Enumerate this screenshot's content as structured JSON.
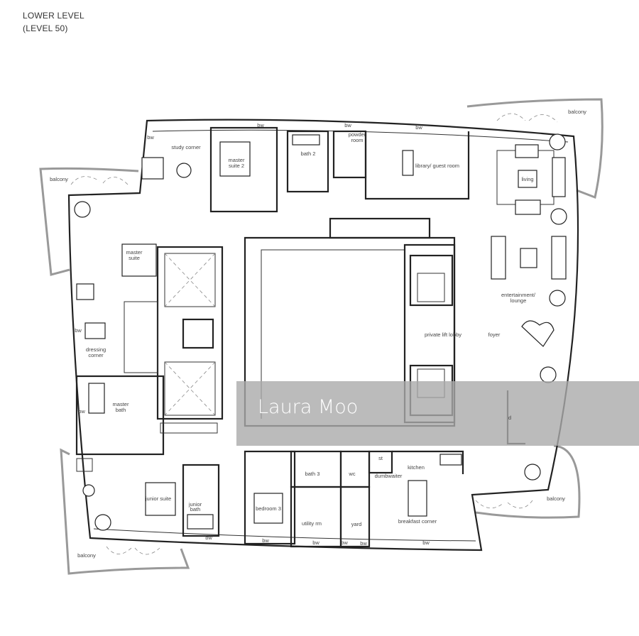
{
  "header": {
    "title_line1": "LOWER LEVEL",
    "title_line2": "(LEVEL 50)"
  },
  "rooms": {
    "study_corner": "study corner",
    "master_suite_2_a": "master",
    "master_suite_2_b": "suite 2",
    "bath_2": "bath 2",
    "powder_room_a": "powder",
    "powder_room_b": "room",
    "library": "library/ guest room",
    "living": "living",
    "entertainment_a": "entertainment/",
    "entertainment_b": "lounge",
    "foyer": "foyer",
    "private_lift_lobby": "private lift lobby",
    "master_suite_a": "master",
    "master_suite_b": "suite",
    "dressing_a": "dressing",
    "dressing_b": "corner",
    "master_bath_a": "master",
    "master_bath_b": "bath",
    "junior_suite": "junior suite",
    "junior_bath_a": "junior",
    "junior_bath_b": "bath",
    "bedroom_3": "bedroom 3",
    "bath_3": "bath 3",
    "wc": "wc",
    "utility_rm": "utility rm",
    "yard": "yard",
    "st": "st",
    "kitchen": "kitchen",
    "dumbwaiter": "dumbwaiter",
    "breakfast_corner": "breakfast corner",
    "dining": "d",
    "balcony": "balcony",
    "bw": "bw"
  },
  "watermark": "Laura Moo"
}
